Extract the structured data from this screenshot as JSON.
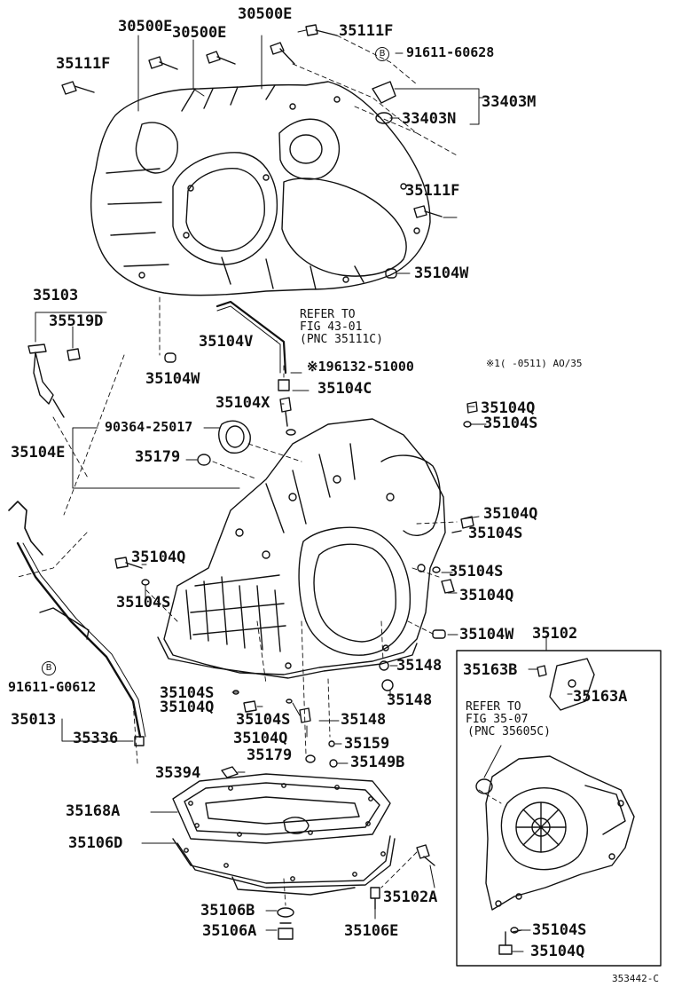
{
  "labels": {
    "p30500E_a": "30500E",
    "p30500E_b": "30500E",
    "p30500E_c": "30500E",
    "p35111F_a": "35111F",
    "p35111F_b": "35111F",
    "p35111F_c": "35111F",
    "p91611_60628": "91611-60628",
    "p33403M": "33403M",
    "p33403N": "33403N",
    "p35104W_a": "35104W",
    "p35104W_b": "35104W",
    "p35104W_c": "35104W",
    "p35103": "35103",
    "p35519D": "35519D",
    "p35104V": "35104V",
    "p96132": "※196132-51000",
    "p35104C": "35104C",
    "p35104X": "35104X",
    "p90364": "90364-25017",
    "p35104E": "35104E",
    "p35179_a": "35179",
    "p35179_b": "35179",
    "p35104Q_a": "35104Q",
    "p35104S_a": "35104S",
    "p35104Q_b": "35104Q",
    "p35104S_b": "35104S",
    "p35104S_c": "35104S",
    "p35104Q_c": "35104Q",
    "p35104Q_d": "35104Q",
    "p35104S_d": "35104S",
    "p35102": "35102",
    "p35163B": "35163B",
    "p35163A": "35163A",
    "p91611_G0612": "91611-G0612",
    "p35013": "35013",
    "p35336": "35336",
    "p35104S_e": "35104S",
    "p35104Q_e": "35104Q",
    "p35104S_f": "35104S",
    "p35104Q_f": "35104Q",
    "p35148_a": "35148",
    "p35148_b": "35148",
    "p35148_c": "35148",
    "p35159": "35159",
    "p35149B": "35149B",
    "p35394": "35394",
    "p35168A": "35168A",
    "p35106D": "35106D",
    "p35102A": "35102A",
    "p35106B": "35106B",
    "p35106A": "35106A",
    "p35106E": "35106E",
    "p35104S_g": "35104S",
    "p35104Q_g": "35104Q"
  },
  "notes": {
    "refer1_l1": "REFER TO",
    "refer1_l2": "FIG 43-01",
    "refer1_l3": "(PNC 35111C)",
    "refer2_l1": "REFER TO",
    "refer2_l2": "FIG 35-07",
    "refer2_l3": "(PNC 35605C)",
    "footnote": "※1(      -0511) AO/35",
    "diagram_id": "353442-C",
    "circle_b1": "B",
    "circle_b2": "B"
  }
}
